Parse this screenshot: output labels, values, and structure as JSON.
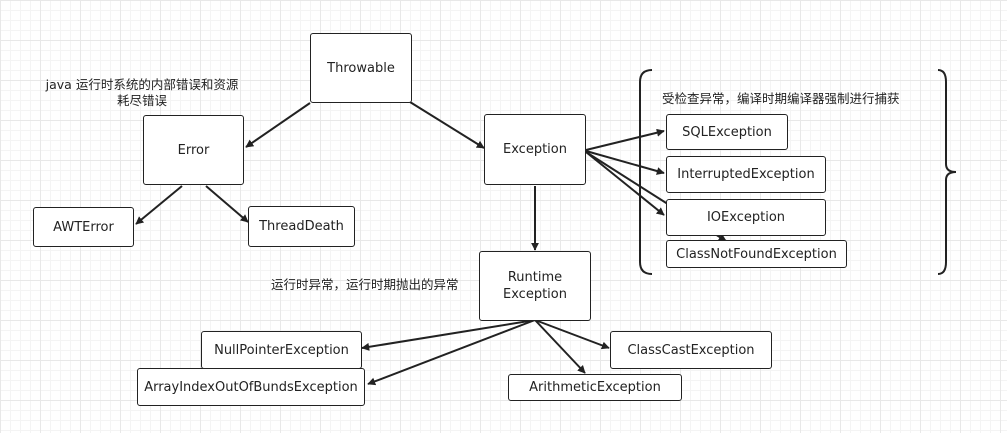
{
  "nodes": {
    "throwable": "Throwable",
    "error": "Error",
    "exception": "Exception",
    "awt_error": "AWTError",
    "thread_death": "ThreadDeath",
    "runtime_exception_line1": "Runtime",
    "runtime_exception_line2": "Exception",
    "sql_exception": "SQLException",
    "interrupted_exception": "InterruptedException",
    "io_exception": "IOException",
    "class_not_found_exception": "ClassNotFoundException",
    "null_pointer_exception": "NullPointerException",
    "array_index_exception": "ArrayIndexOutOfBundsException",
    "class_cast_exception": "ClassCastException",
    "arithmetic_exception": "ArithmeticException"
  },
  "notes": {
    "error_note_line1": "java 运行时系统的内部错误和资源",
    "error_note_line2": "耗尽错误",
    "checked_note": "受检查异常，编译时期编译器强制进行捕获",
    "runtime_note": "运行时异常，运行时期抛出的异常"
  },
  "colors": {
    "stroke": "#222222",
    "background": "#ffffff",
    "grid": "#e8e8e8"
  }
}
